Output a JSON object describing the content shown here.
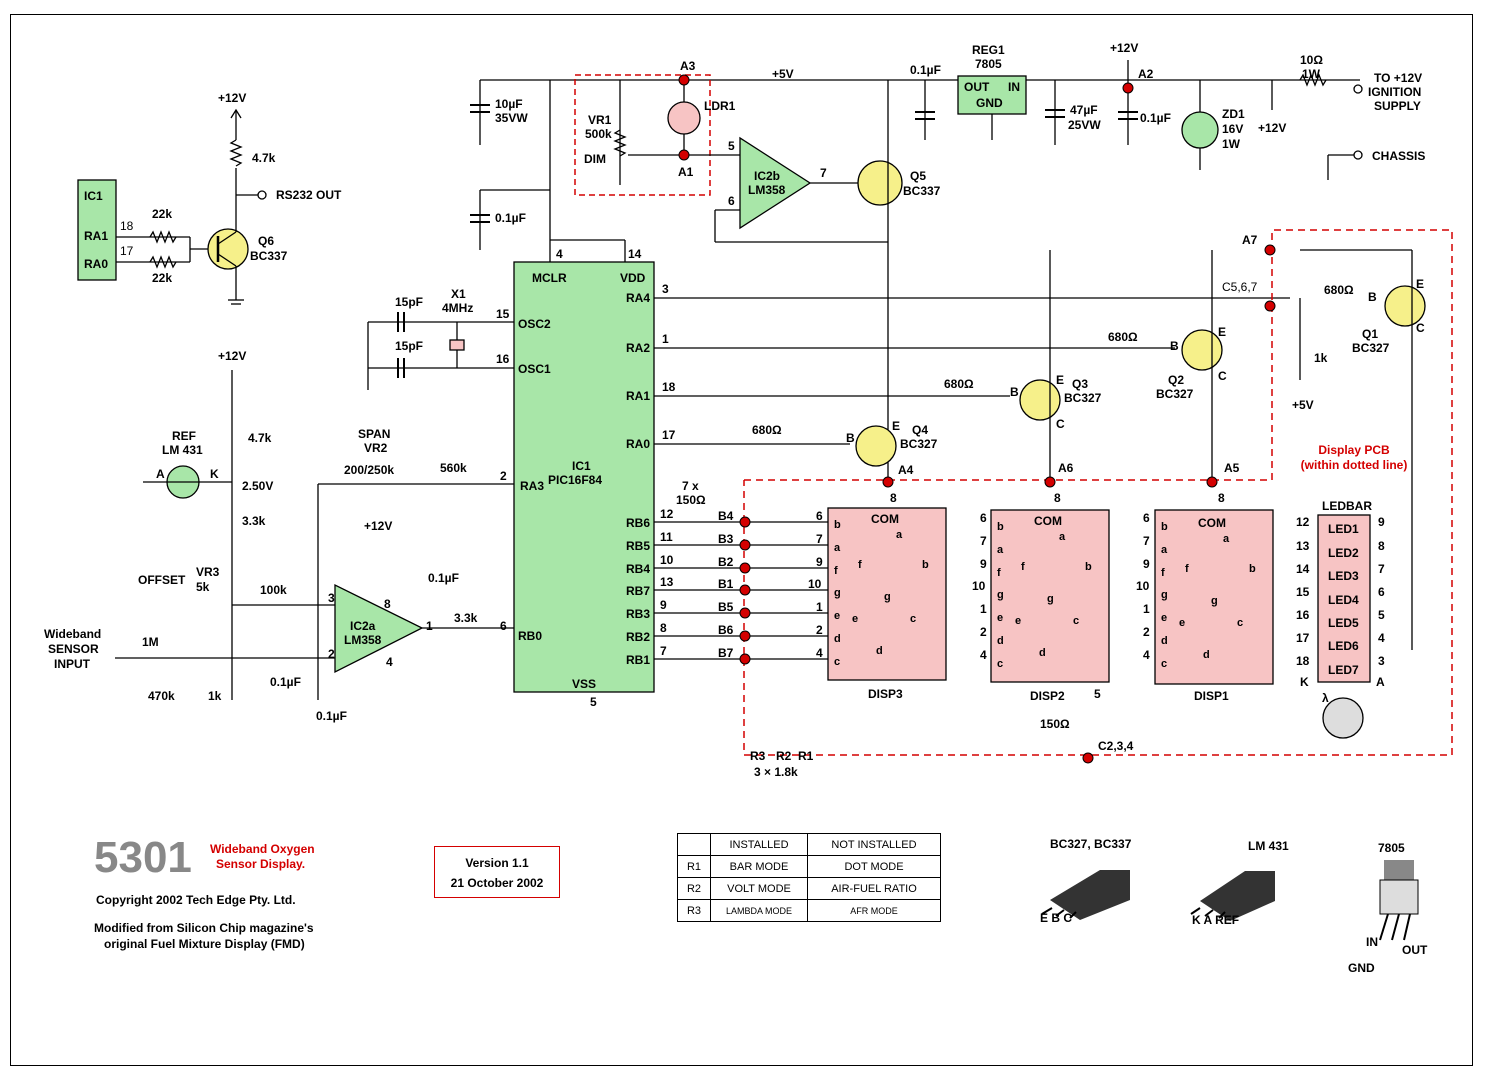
{
  "title": {
    "number": "5301",
    "name_line1": "Wideband Oxygen",
    "name_line2": "Sensor Display."
  },
  "copyright": "Copyright 2002 Tech Edge Pty. Ltd.",
  "modified_line1": "Modified from Silicon Chip magazine's",
  "modified_line2": "original Fuel Mixture Display (FMD)",
  "version": {
    "line1": "Version 1.1",
    "line2": "21 October 2002"
  },
  "config_table": {
    "header": [
      "",
      "INSTALLED",
      "NOT INSTALLED"
    ],
    "rows": [
      [
        "R1",
        "BAR MODE",
        "DOT MODE"
      ],
      [
        "R2",
        "VOLT MODE",
        "AIR-FUEL RATIO"
      ],
      [
        "R3",
        "LAMBDA MODE",
        "AFR MODE"
      ]
    ]
  },
  "pinouts": {
    "transistor": {
      "label": "BC327, BC337",
      "pins": "E  B  C"
    },
    "ref": {
      "label": "LM 431",
      "pins": "K  A  REF"
    },
    "reg": {
      "label": "7805",
      "in": "IN",
      "out": "OUT",
      "gnd": "GND"
    }
  },
  "display_pcb": {
    "line1": "Display PCB",
    "line2": "(within dotted line)"
  },
  "labels": {
    "ic1_box": [
      "IC1",
      "RA1",
      "RA0"
    ],
    "pin18": "18",
    "pin17": "17",
    "r22k_a": "22k",
    "r22k_b": "22k",
    "q6": "Q6",
    "q6_type": "BC337",
    "p12v_a": "+12V",
    "r4k7_a": "4.7k",
    "rs232": "RS232 OUT",
    "cap10u_a": "10µF",
    "cap10u_b": "35VW",
    "cap01u_a": "0.1µF",
    "a3": "A3",
    "vr1": "VR1",
    "vr1_v": "500k",
    "dim": "DIM",
    "ldr1": "LDR1",
    "a1": "A1",
    "p5v": "+5V",
    "pin5": "5",
    "pin6": "6",
    "pin7": "7",
    "ic2b": "IC2b",
    "lm358_b": "LM358",
    "q5": "Q5",
    "q5_type": "BC337",
    "cap01u_b": "0.1µF",
    "reg1": "REG1",
    "reg1_type": "7805",
    "reg_out": "OUT",
    "reg_in": "IN",
    "reg_gnd": "GND",
    "cap47u_a": "47µF",
    "cap47u_b": "25VW",
    "p12v_b": "+12V",
    "a2": "A2",
    "cap01u_c": "0.1µF",
    "zd1": "ZD1",
    "zd1_v": "16V",
    "zd1_w": "1W",
    "p12v_c": "+12V",
    "r10": "10Ω",
    "r10_w": "1W",
    "ign1": "TO +12V",
    "ign2": "IGNITION",
    "ign3": "SUPPLY",
    "chassis": "CHASSIS",
    "pin4": "4",
    "pin14": "14",
    "mclr": "MCLR",
    "vdd": "VDD",
    "c15p_a": "15pF",
    "c15p_b": "15pF",
    "x1": "X1",
    "x1_f": "4MHz",
    "pin15": "15",
    "pin16": "16",
    "osc2": "OSC2",
    "osc1": "OSC1",
    "ra4": "RA4",
    "ra2": "RA2",
    "ra1": "RA1",
    "ra0": "RA0",
    "ra3": "RA3",
    "p3": "3",
    "p1": "1",
    "p18": "18",
    "p17": "17",
    "a7": "A7",
    "c567": "C5,6,7",
    "r680_1": "680Ω",
    "r680_2": "680Ω",
    "r680_3": "680Ω",
    "r680_4": "680Ω",
    "q1": "Q1",
    "q1_type": "BC327",
    "q2": "Q2",
    "q2_type": "BC327",
    "q3": "Q3",
    "q3_type": "BC327",
    "q4": "Q4",
    "q4_type": "BC327",
    "r1k_q1": "1k",
    "p5v_b": "+5V",
    "e": "E",
    "b": "B",
    "c": "C",
    "a4": "A4",
    "a5": "A5",
    "a6": "A6",
    "ic1": "IC1",
    "ic1_type": "PIC16F84",
    "p12v_d": "+12V",
    "r4k7_b": "4.7k",
    "ref": "REF",
    "lm431": "LM 431",
    "v250": "2.50V",
    "ka_a": "A",
    "ka_k": "K",
    "span": "SPAN",
    "vr2": "VR2",
    "vr2_v": "200/250k",
    "r560k": "560k",
    "pin2": "2",
    "r3k3_a": "3.3k",
    "offset": "OFFSET",
    "vr3": "VR3",
    "vr3_v": "5k",
    "r100k": "100k",
    "pin3": "3",
    "pin8": "8",
    "pin4b": "4",
    "pin1": "1",
    "pin2b": "2",
    "ic2a": "IC2a",
    "lm358_a": "LM358",
    "p12v_e": "+12V",
    "cap01u_d": "0.1µF",
    "r3k3_b": "3.3k",
    "pin6b": "6",
    "rb0": "RB0",
    "wb1": "Wideband",
    "wb2": "SENSOR",
    "wb3": "INPUT",
    "r1m": "1M",
    "r470k": "470k",
    "r1k_b": "1k",
    "cap01u_e": "0.1µF",
    "cap01u_f": "0.1µF",
    "vss": "VSS",
    "pin5b": "5",
    "rbs": [
      "RB6",
      "RB5",
      "RB4",
      "RB7",
      "RB3",
      "RB2",
      "RB1"
    ],
    "rb_pins": [
      "12",
      "11",
      "10",
      "13",
      "9",
      "8",
      "7"
    ],
    "bs": [
      "B4",
      "B3",
      "B2",
      "B1",
      "B5",
      "B6",
      "B7"
    ],
    "r7x": "7 x",
    "r7x_v": "150Ω",
    "disp_segs": [
      "b",
      "a",
      "f",
      "g",
      "e",
      "d",
      "c"
    ],
    "disp_pins": [
      "6",
      "7",
      "9",
      "10",
      "1",
      "2",
      "4"
    ],
    "com": "COM",
    "disp8": "8",
    "disp3": "DISP3",
    "disp2": "DISP2",
    "disp1": "DISP1",
    "seg_a": "a",
    "seg_b": "b",
    "seg_c": "c",
    "seg_d": "d",
    "seg_e": "e",
    "seg_f": "f",
    "seg_g": "g",
    "r150": "150Ω",
    "c234": "C2,3,4",
    "disp2_5": "5",
    "r3": "R3",
    "r2": "R2",
    "r1": "R1",
    "r3x": "3  ×  1.8k",
    "ledbar": "LEDBAR",
    "leds": [
      "LED1",
      "LED2",
      "LED3",
      "LED4",
      "LED5",
      "LED6",
      "LED7"
    ],
    "led_lpins": [
      "12",
      "13",
      "14",
      "15",
      "16",
      "17",
      "18"
    ],
    "led_rpins": [
      "9",
      "8",
      "7",
      "6",
      "5",
      "4",
      "3"
    ],
    "led_k": "K",
    "led_a": "A",
    "lambda": "λ"
  },
  "colors": {
    "green": "#a8e6a8",
    "yellow": "#f6f08a",
    "pink": "#f7c4c4",
    "red": "#d40000",
    "grey_text": "#888888"
  }
}
